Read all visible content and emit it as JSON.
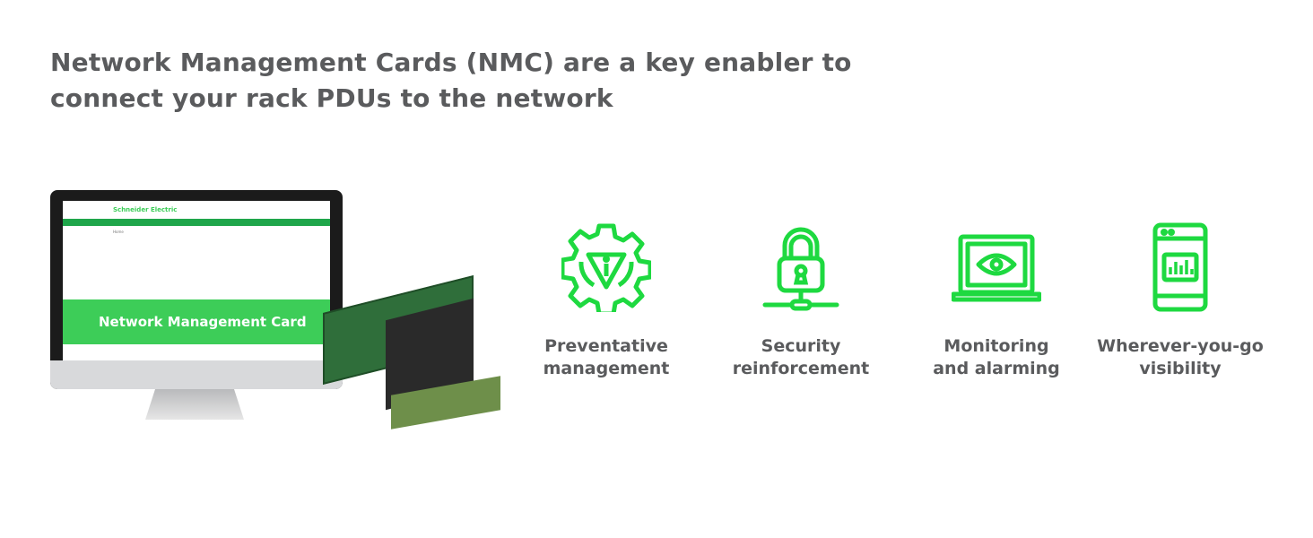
{
  "headline": {
    "line1": "Network Management Cards (NMC) are a key enabler to",
    "line2": "connect your rack PDUs to the network"
  },
  "screen": {
    "brand": "Schneider Electric",
    "section": "Home",
    "banner": "Network Management Card"
  },
  "features": [
    {
      "icon": "gear-alert-icon",
      "line1": "Preventative",
      "line2": "management"
    },
    {
      "icon": "network-lock-icon",
      "line1": "Security",
      "line2": "reinforcement"
    },
    {
      "icon": "laptop-eye-icon",
      "line1": "Monitoring",
      "line2": "and alarming"
    },
    {
      "icon": "phone-chart-icon",
      "line1": "Wherever-you-go",
      "line2": "visibility"
    }
  ],
  "colors": {
    "accent": "#1ed940",
    "text": "#5a5b5d"
  }
}
